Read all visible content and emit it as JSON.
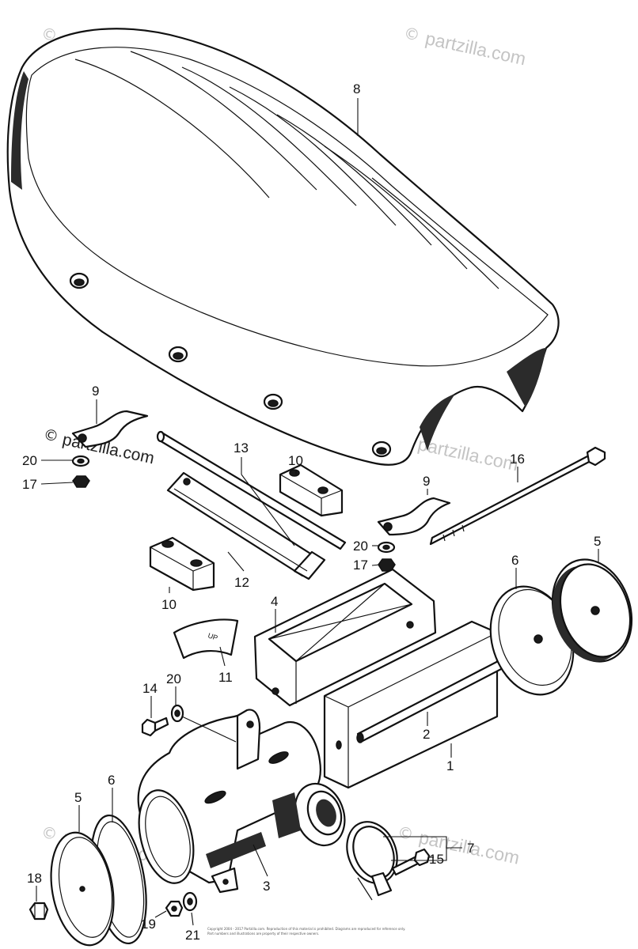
{
  "watermark": {
    "symbol": "©",
    "text": "partzilla.com"
  },
  "callouts": {
    "c1": "1",
    "c2": "2",
    "c3": "3",
    "c4": "4",
    "c5a": "5",
    "c5b": "5",
    "c6a": "6",
    "c6b": "6",
    "c7": "7",
    "c8": "8",
    "c9a": "9",
    "c9b": "9",
    "c10a": "10",
    "c10b": "10",
    "c11": "11",
    "c12": "12",
    "c13": "13",
    "c14": "14",
    "c15": "15",
    "c16": "16",
    "c17a": "17",
    "c17b": "17",
    "c18": "18",
    "c19": "19",
    "c20a": "20",
    "c20b": "20",
    "c20c": "20",
    "c21": "21"
  },
  "part_markings": {
    "air_cleaner_cover": "UP"
  },
  "copyright_lines": {
    "line1": "Copyright 2004 - 2017 Partzilla.com. Reproduction of this material is prohibited. Diagrams are reproduced for reference only.",
    "line2": "Part numbers and illustrations are property of their respective owners."
  },
  "colors": {
    "ink": "#111111",
    "watermark": "#c4c4c4",
    "background": "#ffffff"
  }
}
